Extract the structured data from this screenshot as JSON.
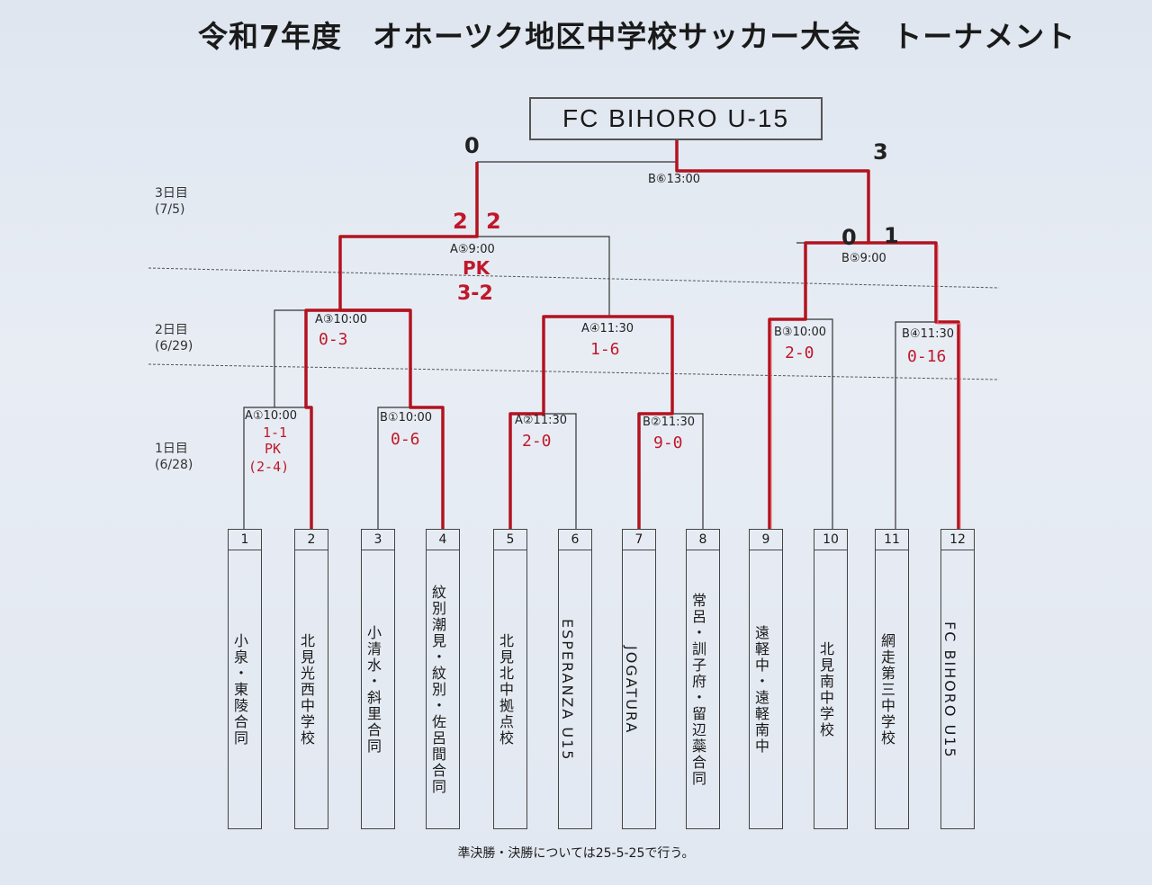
{
  "title": "令和7年度　オホーツク地区中学校サッカー大会　トーナメント",
  "winner": "FC BIHORO U-15",
  "days": [
    {
      "label": "3日目",
      "date": "(7/5)"
    },
    {
      "label": "2日目",
      "date": "(6/29)"
    },
    {
      "label": "1日目",
      "date": "(6/28)"
    }
  ],
  "teams": [
    {
      "num": "1",
      "name": "小泉・東陵合同"
    },
    {
      "num": "2",
      "name": "北見光西中学校"
    },
    {
      "num": "3",
      "name": "小清水・斜里合同"
    },
    {
      "num": "4",
      "name": "紋別潮見・紋別・佐呂間合同"
    },
    {
      "num": "5",
      "name": "北見北中拠点校"
    },
    {
      "num": "6",
      "name": "ESPERANZA U15"
    },
    {
      "num": "7",
      "name": "JOGATURA"
    },
    {
      "num": "8",
      "name": "常呂・訓子府・留辺蘂合同"
    },
    {
      "num": "9",
      "name": "遠軽中・遠軽南中"
    },
    {
      "num": "10",
      "name": "北見南中学校"
    },
    {
      "num": "11",
      "name": "網走第三中学校"
    },
    {
      "num": "12",
      "name": "FC BIHORO U15"
    }
  ],
  "matches": {
    "a1": {
      "label": "A①10:00",
      "score": "1-1",
      "pk": "PK",
      "pk_score": "(2-4)"
    },
    "b1": {
      "label": "B①10:00",
      "score": "0-6"
    },
    "a2": {
      "label": "A②11:30",
      "score": "2-0"
    },
    "b2": {
      "label": "B②11:30",
      "score": "9-0"
    },
    "a3": {
      "label": "A③10:00",
      "score": "0-3"
    },
    "a4": {
      "label": "A④11:30",
      "score": "1-6"
    },
    "b3": {
      "label": "B③10:00",
      "score": "2-0"
    },
    "b4": {
      "label": "B④11:30",
      "score": "0-16"
    },
    "a5": {
      "label": "A⑤9:00",
      "left": "2",
      "right": "2",
      "pk": "PK",
      "pk_score": "3-2"
    },
    "b5": {
      "label": "B⑤9:00",
      "left": "0",
      "right": "1"
    },
    "b6": {
      "label": "B⑥13:00",
      "left": "0",
      "right": "3"
    }
  },
  "footnote": "準決勝・決勝については25-5-25で行う。",
  "colors": {
    "winner_line": "#b3121f",
    "winner_glow": "#f07a80",
    "line": "#333333"
  }
}
